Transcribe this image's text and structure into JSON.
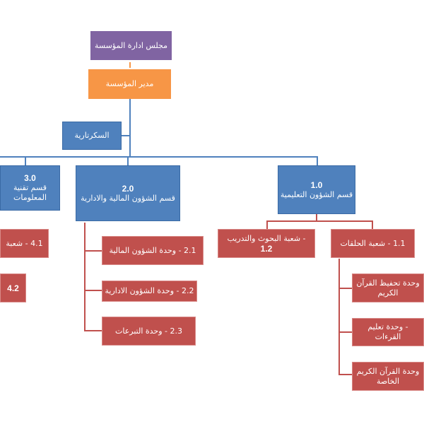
{
  "colors": {
    "blue": "#4f81bd",
    "red": "#c0504d",
    "orange": "#f79646",
    "purple": "#8064a2"
  },
  "board": "مجلس ادارة المؤسسة",
  "director": "مدير المؤسسة",
  "secretary": "السكرتارية",
  "dept1": {
    "num": "1.0",
    "name": "قسم الشؤون التعليمية"
  },
  "dept2": {
    "num": "2.0",
    "name": "قسم الشؤون المالية  والادارية"
  },
  "dept3": {
    "num": "3.0",
    "name": "قسم تقنية المعلومات"
  },
  "units": {
    "u11": "1.1 - شعبة الحلقات",
    "u12a": "- شعبة البحوث والتدريب",
    "u12b": "1.2",
    "u111": "وحدة تحفيظ القرآن الكريم",
    "u112": "- وحدة تعليم القرءات",
    "u113": "وحدة القرآن الكريم الخاصة",
    "u21": "2.1 - وحدة الشؤون المالية",
    "u22": "2.2 - وحدة الشؤون الادارية",
    "u23": "2.3 - وحدة التبرعات",
    "u41": "4.1 - شعبة",
    "u42": "4.2"
  }
}
